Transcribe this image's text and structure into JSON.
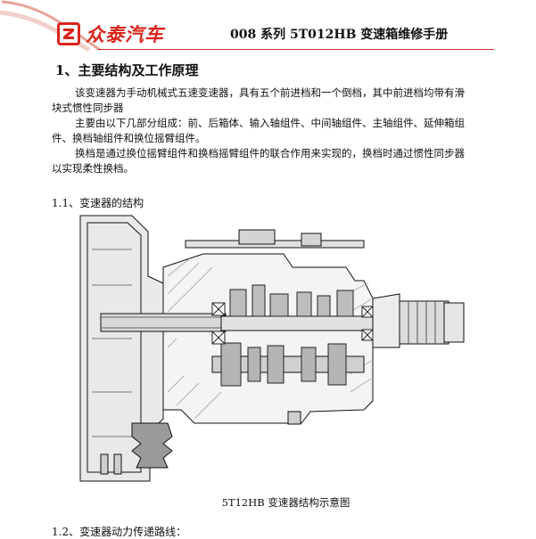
{
  "header": {
    "logo_text": "众泰汽车",
    "logo_icon": "zotye-z-logo",
    "manual_title": "008 系列 5T012HB 变速箱维修手册",
    "accent_color": "#d9241c"
  },
  "section": {
    "heading": "1、主要结构及工作原理",
    "paragraphs": [
      "该变速器为手动机械式五速变速器，具有五个前进档和一个倒档，其中前进档均带有滑块式惯性同步器",
      "主要由以下几部分组成：前、后箱体、输入轴组件、中间轴组件、主轴组件、延伸箱组件、换档轴组件和换位摇臂组件。",
      "换档是通过换位摇臂组件和换档摇臂组件的联合作用来实现的，换档时通过惯性同步器以实现柔性换档。"
    ]
  },
  "subsection_1": {
    "heading": "1.1、变速器的结构",
    "figure_caption": "5T12HB 变速器结构示意图"
  },
  "subsection_2": {
    "heading": "1.2、变速器动力传递路线："
  }
}
